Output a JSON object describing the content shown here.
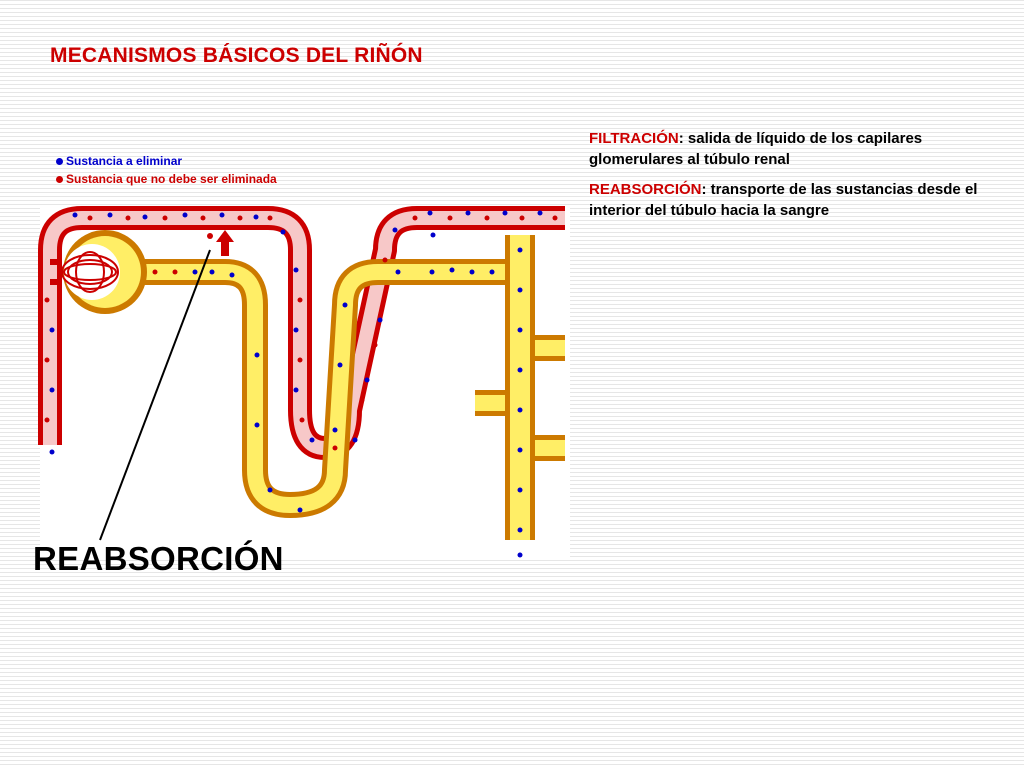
{
  "title": "MECANISMOS BÁSICOS DEL RIÑÓN",
  "legend": {
    "items": [
      {
        "label": "Sustancia a eliminar",
        "color": "#0000cc"
      },
      {
        "label": "Sustancia que no debe ser eliminada",
        "color": "#cc0000"
      }
    ]
  },
  "definitions": [
    {
      "term": "FILTRACIÓN",
      "text": ": salida de líquido de los capilares glomerulares al túbulo renal"
    },
    {
      "term": "REABSORCIÓN",
      "text": ": transporte de las sustancias desde el interior del túbulo hacia la sangre"
    }
  ],
  "main_label": "REABSORCIÓN",
  "colors": {
    "capillary": "#cc0000",
    "capillary_fill": "#f7c8c8",
    "tubule": "#cc7a00",
    "tubule_fill": "#ffee66",
    "blue_particle": "#0000cc",
    "red_particle": "#cc0000"
  }
}
